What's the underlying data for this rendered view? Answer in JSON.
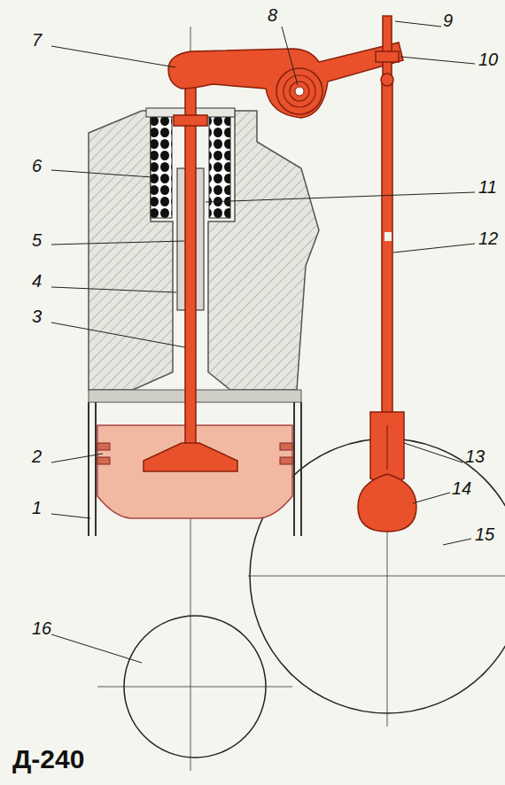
{
  "diagram": {
    "labels": [
      "7",
      "8",
      "9",
      "10",
      "6",
      "11",
      "5",
      "12",
      "4",
      "3",
      "13",
      "14",
      "2",
      "15",
      "1",
      "16",
      "Д-240"
    ]
  }
}
